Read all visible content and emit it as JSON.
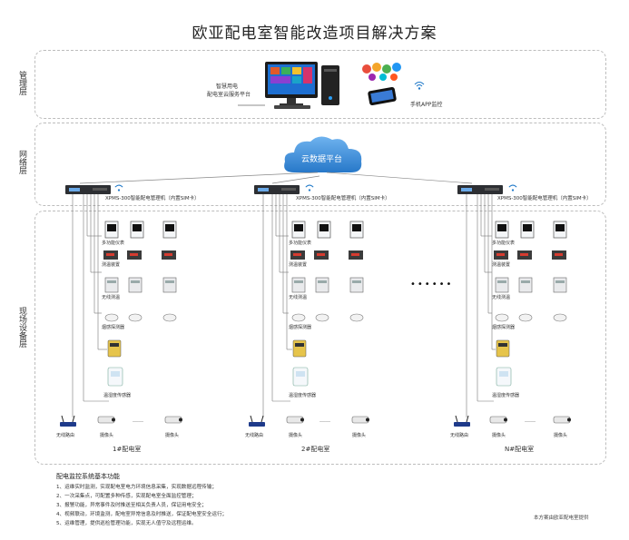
{
  "title": "欧亚配电室智能改造项目解决方案",
  "layers": {
    "mgmt": "管理层",
    "network": "网络层",
    "field": "现场设备层"
  },
  "mgmt": {
    "platform_line1": "智慧用电",
    "platform_line2": "配电室云服务平台",
    "app_label": "手机APP监控"
  },
  "network": {
    "cloud_label": "云数据平台"
  },
  "gateways": [
    "XPMS-300智能配电管理机（内置SIM卡）",
    "XPMS-300智能配电管理机（内置SIM卡）",
    "XPMS-300智能配电管理机（内置SIM卡）"
  ],
  "rooms": [
    {
      "name": "1#配电室",
      "router": "无线路由",
      "camera1": "摄像头",
      "camera2": "摄像头",
      "sensor": "温湿度传感器"
    },
    {
      "name": "2#配电室",
      "router": "无线路由",
      "camera1": "摄像头",
      "camera2": "摄像头",
      "sensor": "温湿度传感器"
    },
    {
      "name": "N#配电室",
      "router": "无线路由",
      "camera1": "摄像头",
      "camera2": "摄像头",
      "sensor": "温湿度传感器"
    }
  ],
  "device_rows": {
    "meters": "多功能仪表",
    "protect": "测温装置",
    "switches": "无线测温",
    "smoke": "烟感探测器"
  },
  "ellipsis": "……",
  "big_dots": "••••••",
  "notes": {
    "heading": "配电监控系统基本功能",
    "items": [
      "1、运维实时监测，实现配电室电力环境信息采集，实现数据远程传输；",
      "2、一次采集点，可配置多种传感，实现配电室全面监控管理；",
      "3、报警功能，异常事件及时推送至相关负责人员，保证用电安全；",
      "4、视频联动，环境监测，配电室异常信息及时推送，保证配电室安全运行；",
      "5、运维管理，提供巡检管理功能，实现无人值守及远程运维。"
    ]
  },
  "footer": "本方案由欧亚配电室提供"
}
